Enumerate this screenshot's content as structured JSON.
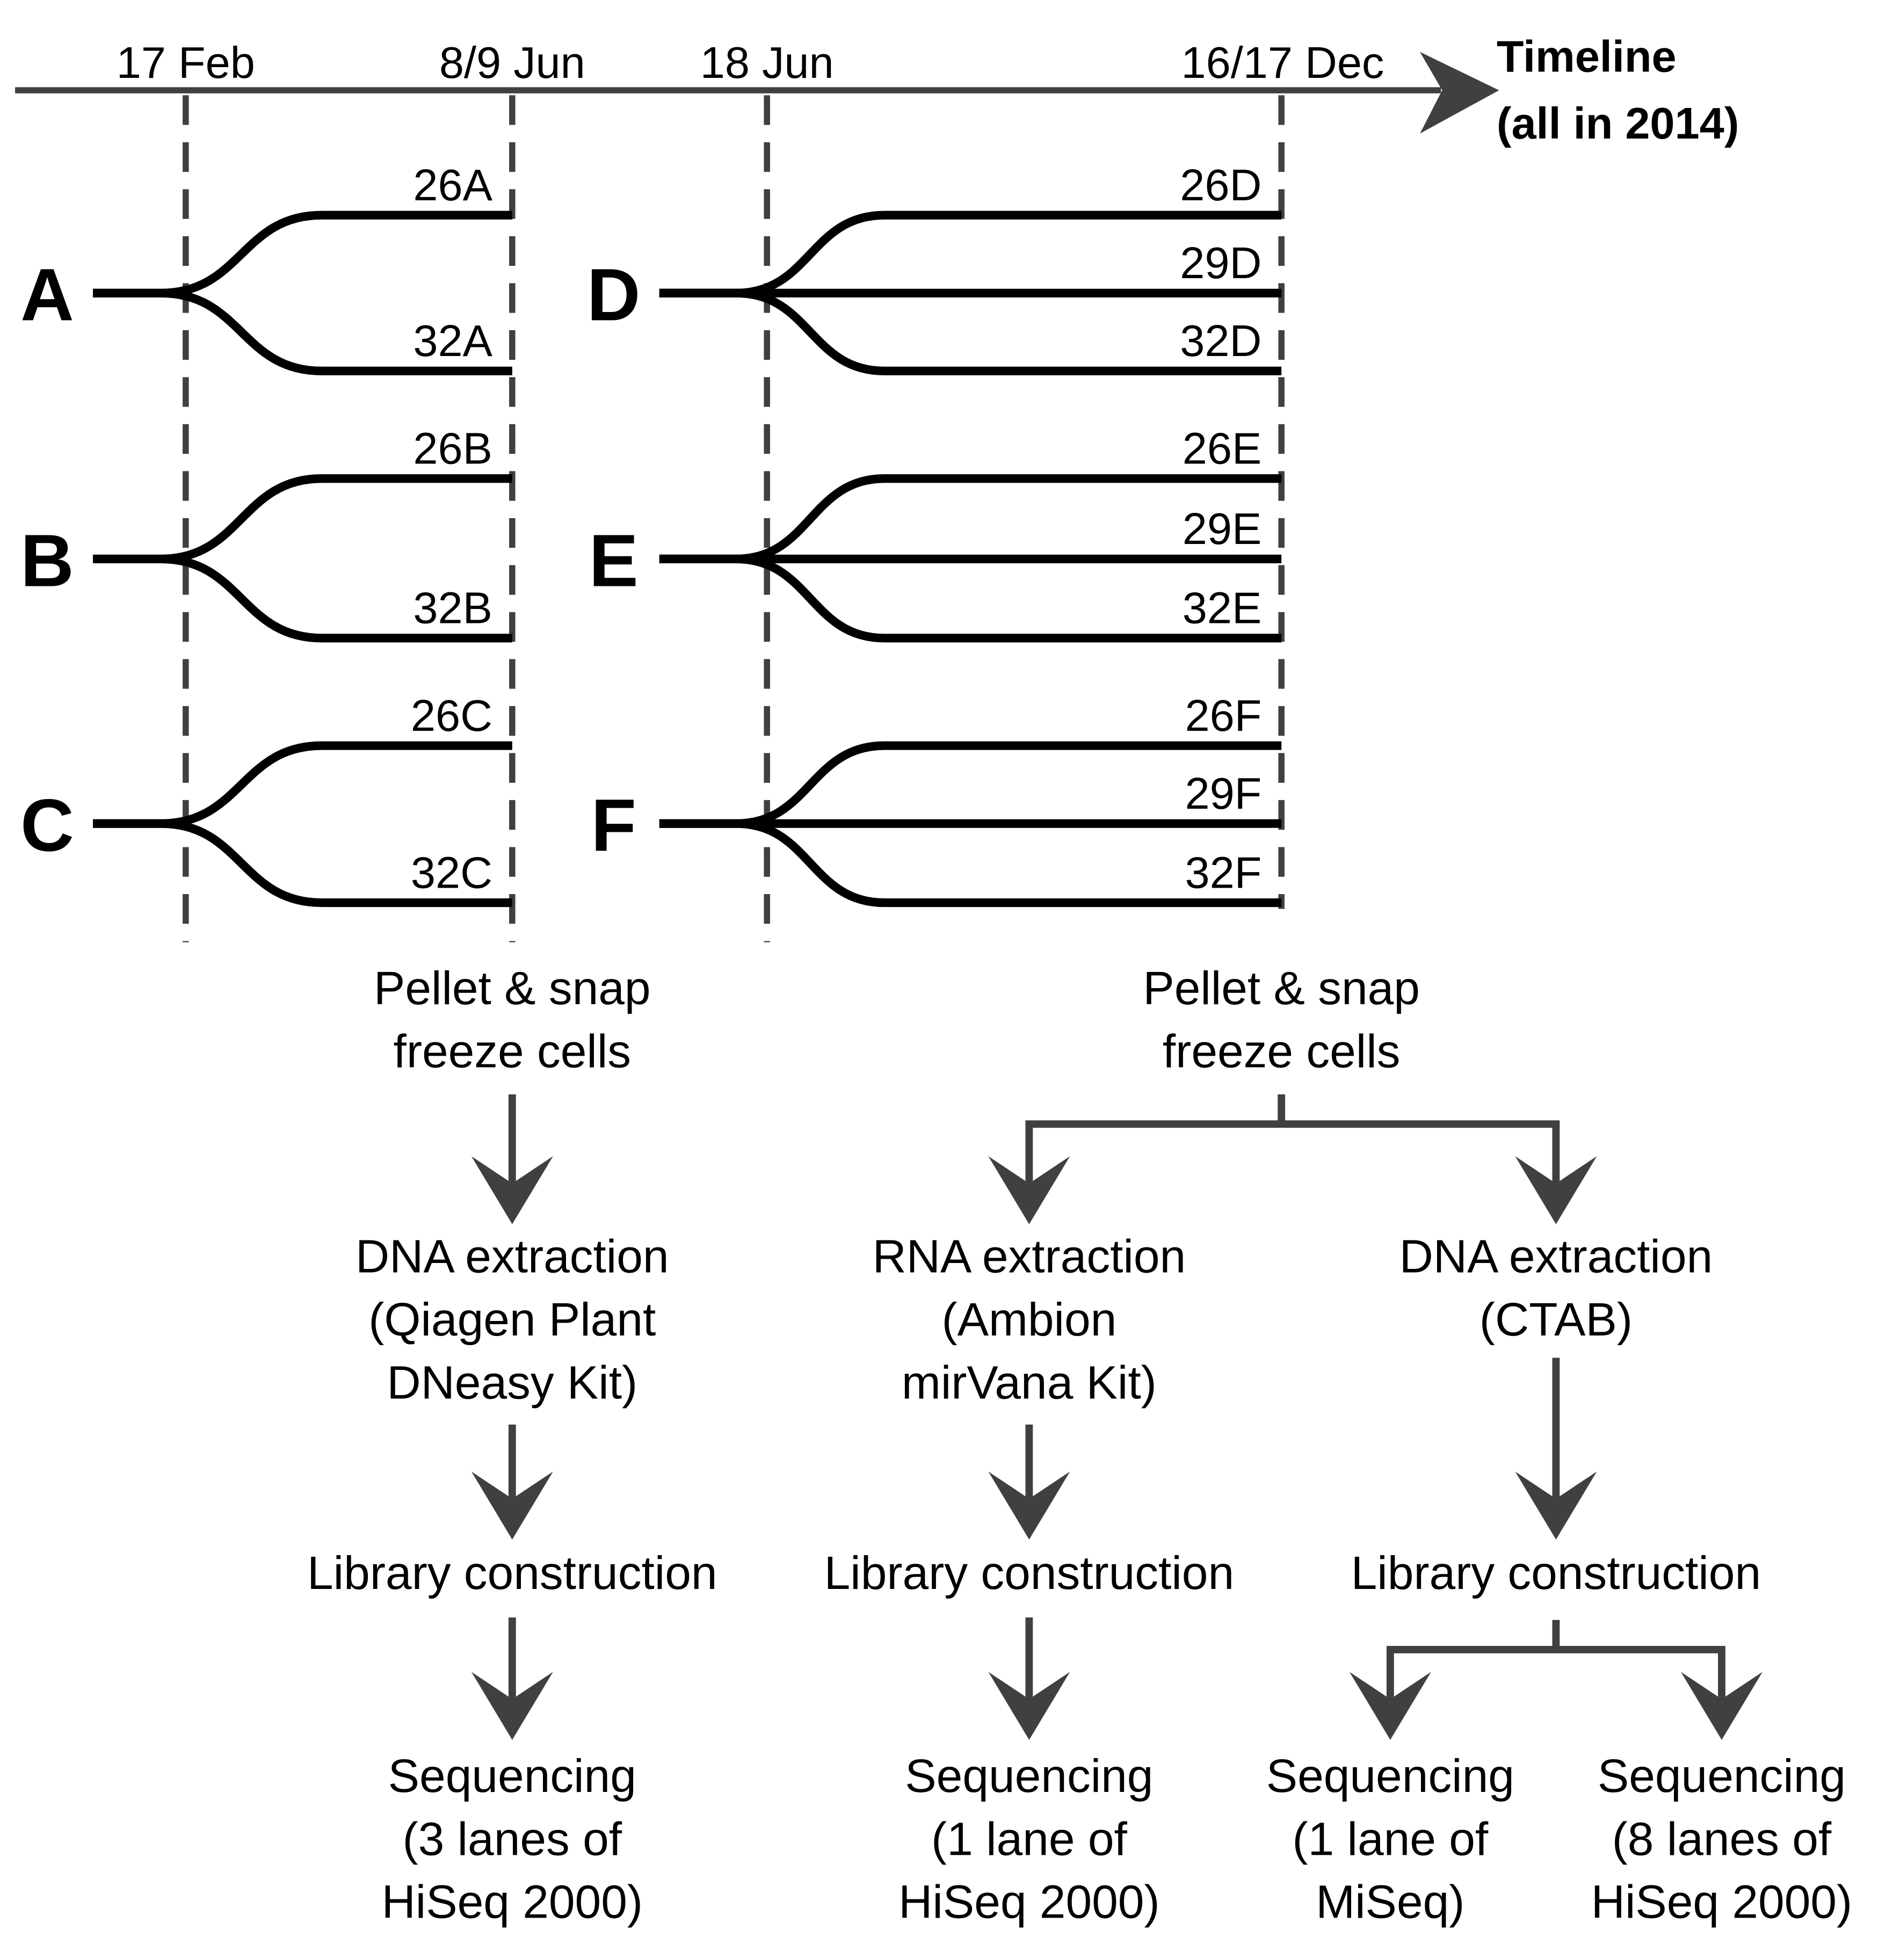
{
  "timeline": {
    "title_line1": "Timeline",
    "title_line2": "(all in 2014)",
    "dates": [
      "17 Feb",
      "8/9 Jun",
      "18 Jun",
      "16/17 Dec"
    ]
  },
  "groups_left": [
    {
      "label": "A",
      "branches": [
        "26A",
        "32A"
      ]
    },
    {
      "label": "B",
      "branches": [
        "26B",
        "32B"
      ]
    },
    {
      "label": "C",
      "branches": [
        "26C",
        "32C"
      ]
    }
  ],
  "groups_right": [
    {
      "label": "D",
      "branches": [
        "26D",
        "29D",
        "32D"
      ]
    },
    {
      "label": "E",
      "branches": [
        "26E",
        "29E",
        "32E"
      ]
    },
    {
      "label": "F",
      "branches": [
        "26F",
        "29F",
        "32F"
      ]
    }
  ],
  "left_flow": {
    "harvest": [
      "Pellet & snap",
      "freeze cells"
    ],
    "extraction": [
      "DNA extraction",
      "(Qiagen Plant",
      "DNeasy Kit)"
    ],
    "library": "Library construction",
    "sequencing": [
      "Sequencing",
      "(3 lanes of",
      "HiSeq 2000)"
    ]
  },
  "right_flow": {
    "harvest": [
      "Pellet & snap",
      "freeze cells"
    ],
    "rna_extraction": [
      "RNA extraction",
      "(Ambion",
      "mirVana Kit)"
    ],
    "dna_extraction": [
      "DNA extraction",
      "(CTAB)"
    ],
    "rna_library": "Library construction",
    "dna_library": "Library construction",
    "rna_sequencing": [
      "Sequencing",
      "(1 lane of",
      "HiSeq 2000)"
    ],
    "miseq_sequencing": [
      "Sequencing",
      "(1 lane of",
      "MiSeq)"
    ],
    "hiseq_sequencing": [
      "Sequencing",
      "(8 lanes of",
      "HiSeq 2000)"
    ]
  },
  "colors": {
    "arrow": "#404040",
    "branch": "#000000",
    "text": "#000000"
  }
}
